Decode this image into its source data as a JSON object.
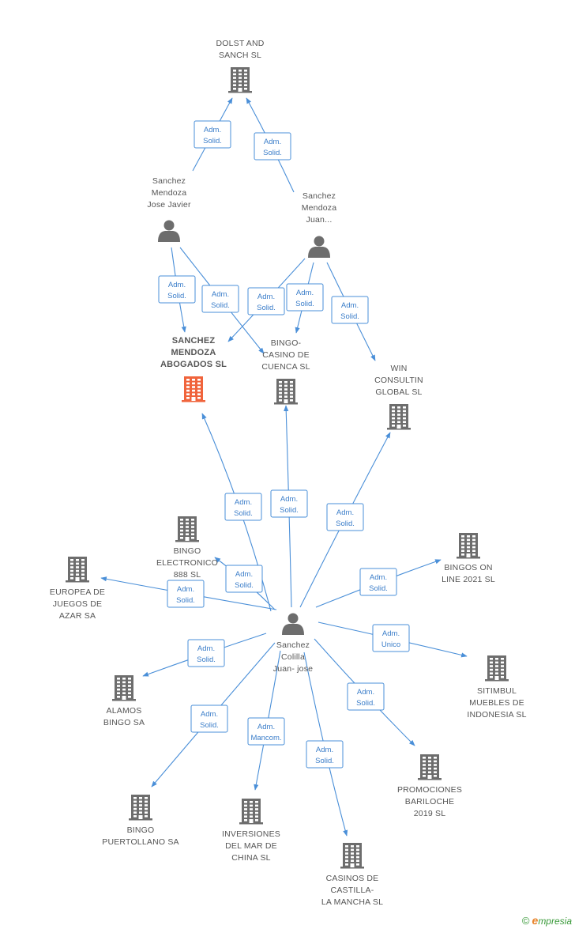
{
  "colors": {
    "edge": "#4a8fd8",
    "company": "#6d6d6d",
    "focus_company": "#f0643c",
    "person": "#6d6d6d"
  },
  "nodes": [
    {
      "id": "dolst",
      "kind": "company",
      "label": [
        "DOLST AND",
        "SANCH  SL"
      ]
    },
    {
      "id": "jose_javier",
      "kind": "person",
      "label": [
        "Sanchez",
        "Mendoza",
        "Jose Javier"
      ]
    },
    {
      "id": "juan_m",
      "kind": "person",
      "label": [
        "Sanchez",
        "Mendoza",
        "Juan..."
      ]
    },
    {
      "id": "sma",
      "kind": "company",
      "focus": true,
      "label": [
        "SANCHEZ",
        "MENDOZA",
        "ABOGADOS SL"
      ]
    },
    {
      "id": "bingo_cuenca",
      "kind": "company",
      "label": [
        "BINGO-",
        "CASINO DE",
        "CUENCA SL"
      ]
    },
    {
      "id": "win",
      "kind": "company",
      "label": [
        "WIN",
        "CONSULTIN",
        "GLOBAL SL"
      ]
    },
    {
      "id": "bingo_elec",
      "kind": "company",
      "label": [
        "BINGO",
        "ELECTRONICO",
        "888 SL"
      ]
    },
    {
      "id": "europea",
      "kind": "company",
      "label": [
        "EUROPEA DE",
        "JUEGOS DE",
        "AZAR SA"
      ]
    },
    {
      "id": "bingos_online",
      "kind": "company",
      "label": [
        "BINGOS ON",
        "LINE 2021 SL"
      ]
    },
    {
      "id": "juan_jose",
      "kind": "person",
      "label": [
        "Sanchez",
        "Colilla",
        "Juan- jose"
      ]
    },
    {
      "id": "sitimbul",
      "kind": "company",
      "label": [
        "SITIMBUL",
        "MUEBLES DE",
        "INDONESIA SL"
      ]
    },
    {
      "id": "alamos",
      "kind": "company",
      "label": [
        "ALAMOS",
        "BINGO SA"
      ]
    },
    {
      "id": "promociones",
      "kind": "company",
      "label": [
        "PROMOCIONES",
        "BARILOCHE",
        "2019 SL"
      ]
    },
    {
      "id": "puertollano",
      "kind": "company",
      "label": [
        "BINGO",
        "PUERTOLLANO SA"
      ]
    },
    {
      "id": "inversiones",
      "kind": "company",
      "label": [
        "INVERSIONES",
        "DEL MAR DE",
        "CHINA SL"
      ]
    },
    {
      "id": "casinos",
      "kind": "company",
      "label": [
        "CASINOS DE",
        "CASTILLA-",
        "LA MANCHA  SL"
      ]
    }
  ],
  "edges": [
    {
      "from": "jose_javier",
      "to": "dolst",
      "role": [
        "Adm.",
        "Solid."
      ]
    },
    {
      "from": "juan_m",
      "to": "dolst",
      "role": [
        "Adm.",
        "Solid."
      ]
    },
    {
      "from": "jose_javier",
      "to": "sma",
      "role": [
        "Adm.",
        "Solid."
      ]
    },
    {
      "from": "jose_javier",
      "to": "bingo_cuenca",
      "role": [
        "Adm.",
        "Solid."
      ]
    },
    {
      "from": "juan_m",
      "to": "sma",
      "role": [
        "Adm.",
        "Solid."
      ]
    },
    {
      "from": "juan_m",
      "to": "bingo_cuenca",
      "role": [
        "Adm.",
        "Solid."
      ]
    },
    {
      "from": "juan_m",
      "to": "win",
      "role": [
        "Adm.",
        "Solid."
      ]
    },
    {
      "from": "juan_jose",
      "to": "sma",
      "role": [
        "Adm.",
        "Solid."
      ]
    },
    {
      "from": "juan_jose",
      "to": "bingo_cuenca",
      "role": [
        "Adm.",
        "Solid."
      ]
    },
    {
      "from": "juan_jose",
      "to": "win",
      "role": [
        "Adm.",
        "Solid."
      ]
    },
    {
      "from": "juan_jose",
      "to": "bingo_elec",
      "role": [
        "Adm.",
        "Solid."
      ]
    },
    {
      "from": "juan_jose",
      "to": "europea",
      "role": [
        "Adm.",
        "Solid."
      ]
    },
    {
      "from": "juan_jose",
      "to": "bingos_online",
      "role": [
        "Adm.",
        "Solid."
      ]
    },
    {
      "from": "juan_jose",
      "to": "sitimbul",
      "role": [
        "Adm.",
        "Unico"
      ]
    },
    {
      "from": "juan_jose",
      "to": "alamos",
      "role": [
        "Adm.",
        "Solid."
      ]
    },
    {
      "from": "juan_jose",
      "to": "promociones",
      "role": [
        "Adm.",
        "Solid."
      ]
    },
    {
      "from": "juan_jose",
      "to": "puertollano",
      "role": [
        "Adm.",
        "Solid."
      ]
    },
    {
      "from": "juan_jose",
      "to": "inversiones",
      "role": [
        "Adm.",
        "Mancom."
      ]
    },
    {
      "from": "juan_jose",
      "to": "casinos",
      "role": [
        "Adm.",
        "Solid."
      ]
    }
  ],
  "footer": {
    "copyright": "©",
    "brand_initial": "e",
    "brand_rest": "mpresia"
  }
}
